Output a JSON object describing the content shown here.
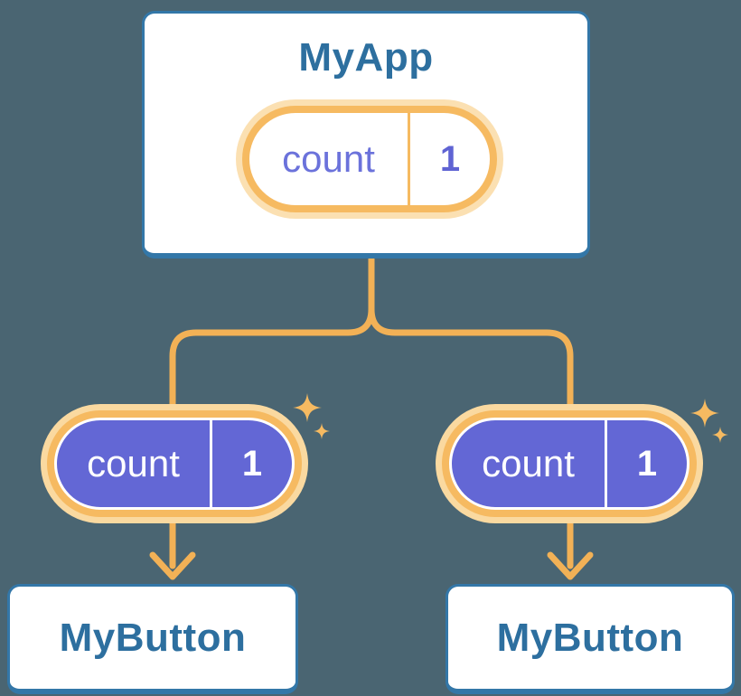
{
  "theme": {
    "canvas-bg": "#4A6572",
    "card-bg": "#FFFFFF",
    "card-border": "#3377A8",
    "title-color": "#2D6F9F",
    "orange-line": "#F2B156",
    "orange-ring": "#F6BA61",
    "glow-light": "#FBE0B2",
    "glow-deep": "#FAD9A0",
    "purple-fill": "#6367D5",
    "purple-label": "#6B72DB",
    "purple-value": "#5F63D3",
    "pill-text-light": "#FFFFFF"
  },
  "diagram": {
    "root": {
      "title": "MyApp",
      "state": {
        "label": "count",
        "value": "1"
      }
    },
    "children": [
      {
        "title": "MyButton",
        "state": {
          "label": "count",
          "value": "1"
        }
      },
      {
        "title": "MyButton",
        "state": {
          "label": "count",
          "value": "1"
        }
      }
    ]
  }
}
